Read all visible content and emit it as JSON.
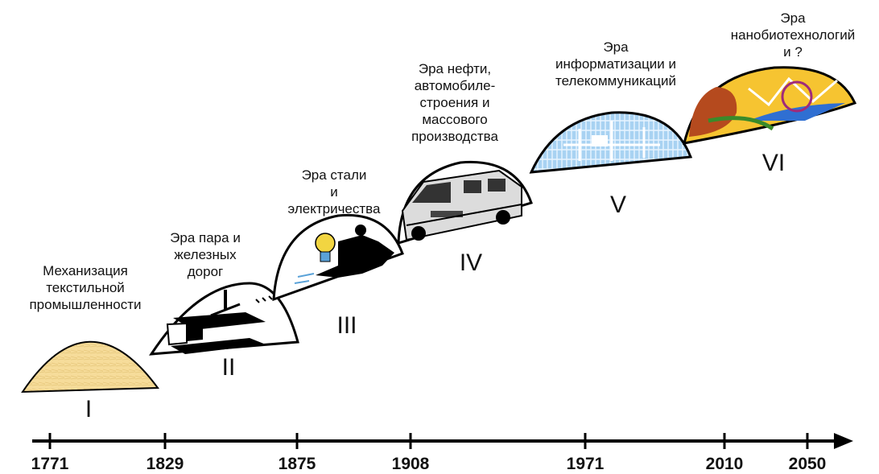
{
  "eras": [
    {
      "title_lines": [
        "Механизация",
        "текстильной",
        "промышленности"
      ],
      "numeral": "I",
      "fill": "#f6dc9a",
      "icon": "paper-texture-icon"
    },
    {
      "title_lines": [
        "Эра пара и",
        "железных",
        "дорог"
      ],
      "numeral": "II",
      "fill": "#ffffff",
      "icon": "steel-beam-crane-icon"
    },
    {
      "title_lines": [
        "Эра стали",
        "и",
        "электричества"
      ],
      "numeral": "III",
      "fill": "#ffffff",
      "icon": "light-bulb-worker-icon"
    },
    {
      "title_lines": [
        "Эра нефти,",
        "автомобиле-",
        "строения и",
        "массового",
        "производства"
      ],
      "numeral": "IV",
      "fill": "#ffffff",
      "icon": "ambulance-truck-icon"
    },
    {
      "title_lines": [
        "Эра",
        "информатизации и",
        "телекоммуникаций"
      ],
      "numeral": "V",
      "fill": "#a8d2f2",
      "icon": "circuit-board-icon"
    },
    {
      "title_lines": [
        "Эра",
        "нанобиотехнологий",
        "и ?"
      ],
      "numeral": "VI",
      "fill": "#f6c431",
      "icon": "nanotech-abstract-icon"
    }
  ],
  "timeline": {
    "years": [
      "1771",
      "1829",
      "1875",
      "1908",
      "1971",
      "2010",
      "2050"
    ],
    "line_color": "#000000"
  }
}
